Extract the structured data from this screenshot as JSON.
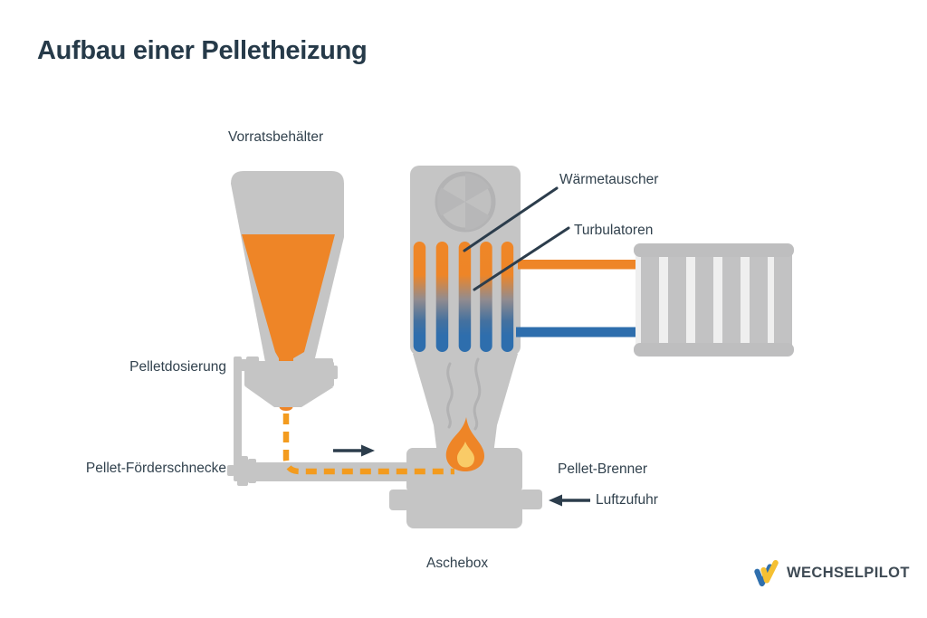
{
  "title": "Aufbau einer Pelletheizung",
  "diagram": {
    "labels": {
      "storage_hopper": "Vorratsbehälter",
      "pellet_dosing": "Pelletdosierung",
      "pellet_feed_screw": "Pellet-Förderschnecke",
      "heat_exchanger": "Wärmetauscher",
      "turbulators": "Turbulatoren",
      "pellet_burner": "Pellet-Brenner",
      "air_supply": "Luftzufuhr",
      "ash_box": "Aschebox"
    },
    "colors": {
      "accent_orange": "#EE8527",
      "dash_orange": "#F39B1E",
      "accent_blue": "#2E6EAD",
      "machine_gray": "#C5C5C5",
      "radiator_panel_gray": "#EFEFEF",
      "text_navy": "#2C3D4C",
      "flame_inner_yellow": "#F9CB67",
      "logo_yellow": "#F5C032",
      "logo_blue": "#2F6FAD"
    }
  },
  "footer": {
    "brand": "WECHSELPILOT"
  }
}
